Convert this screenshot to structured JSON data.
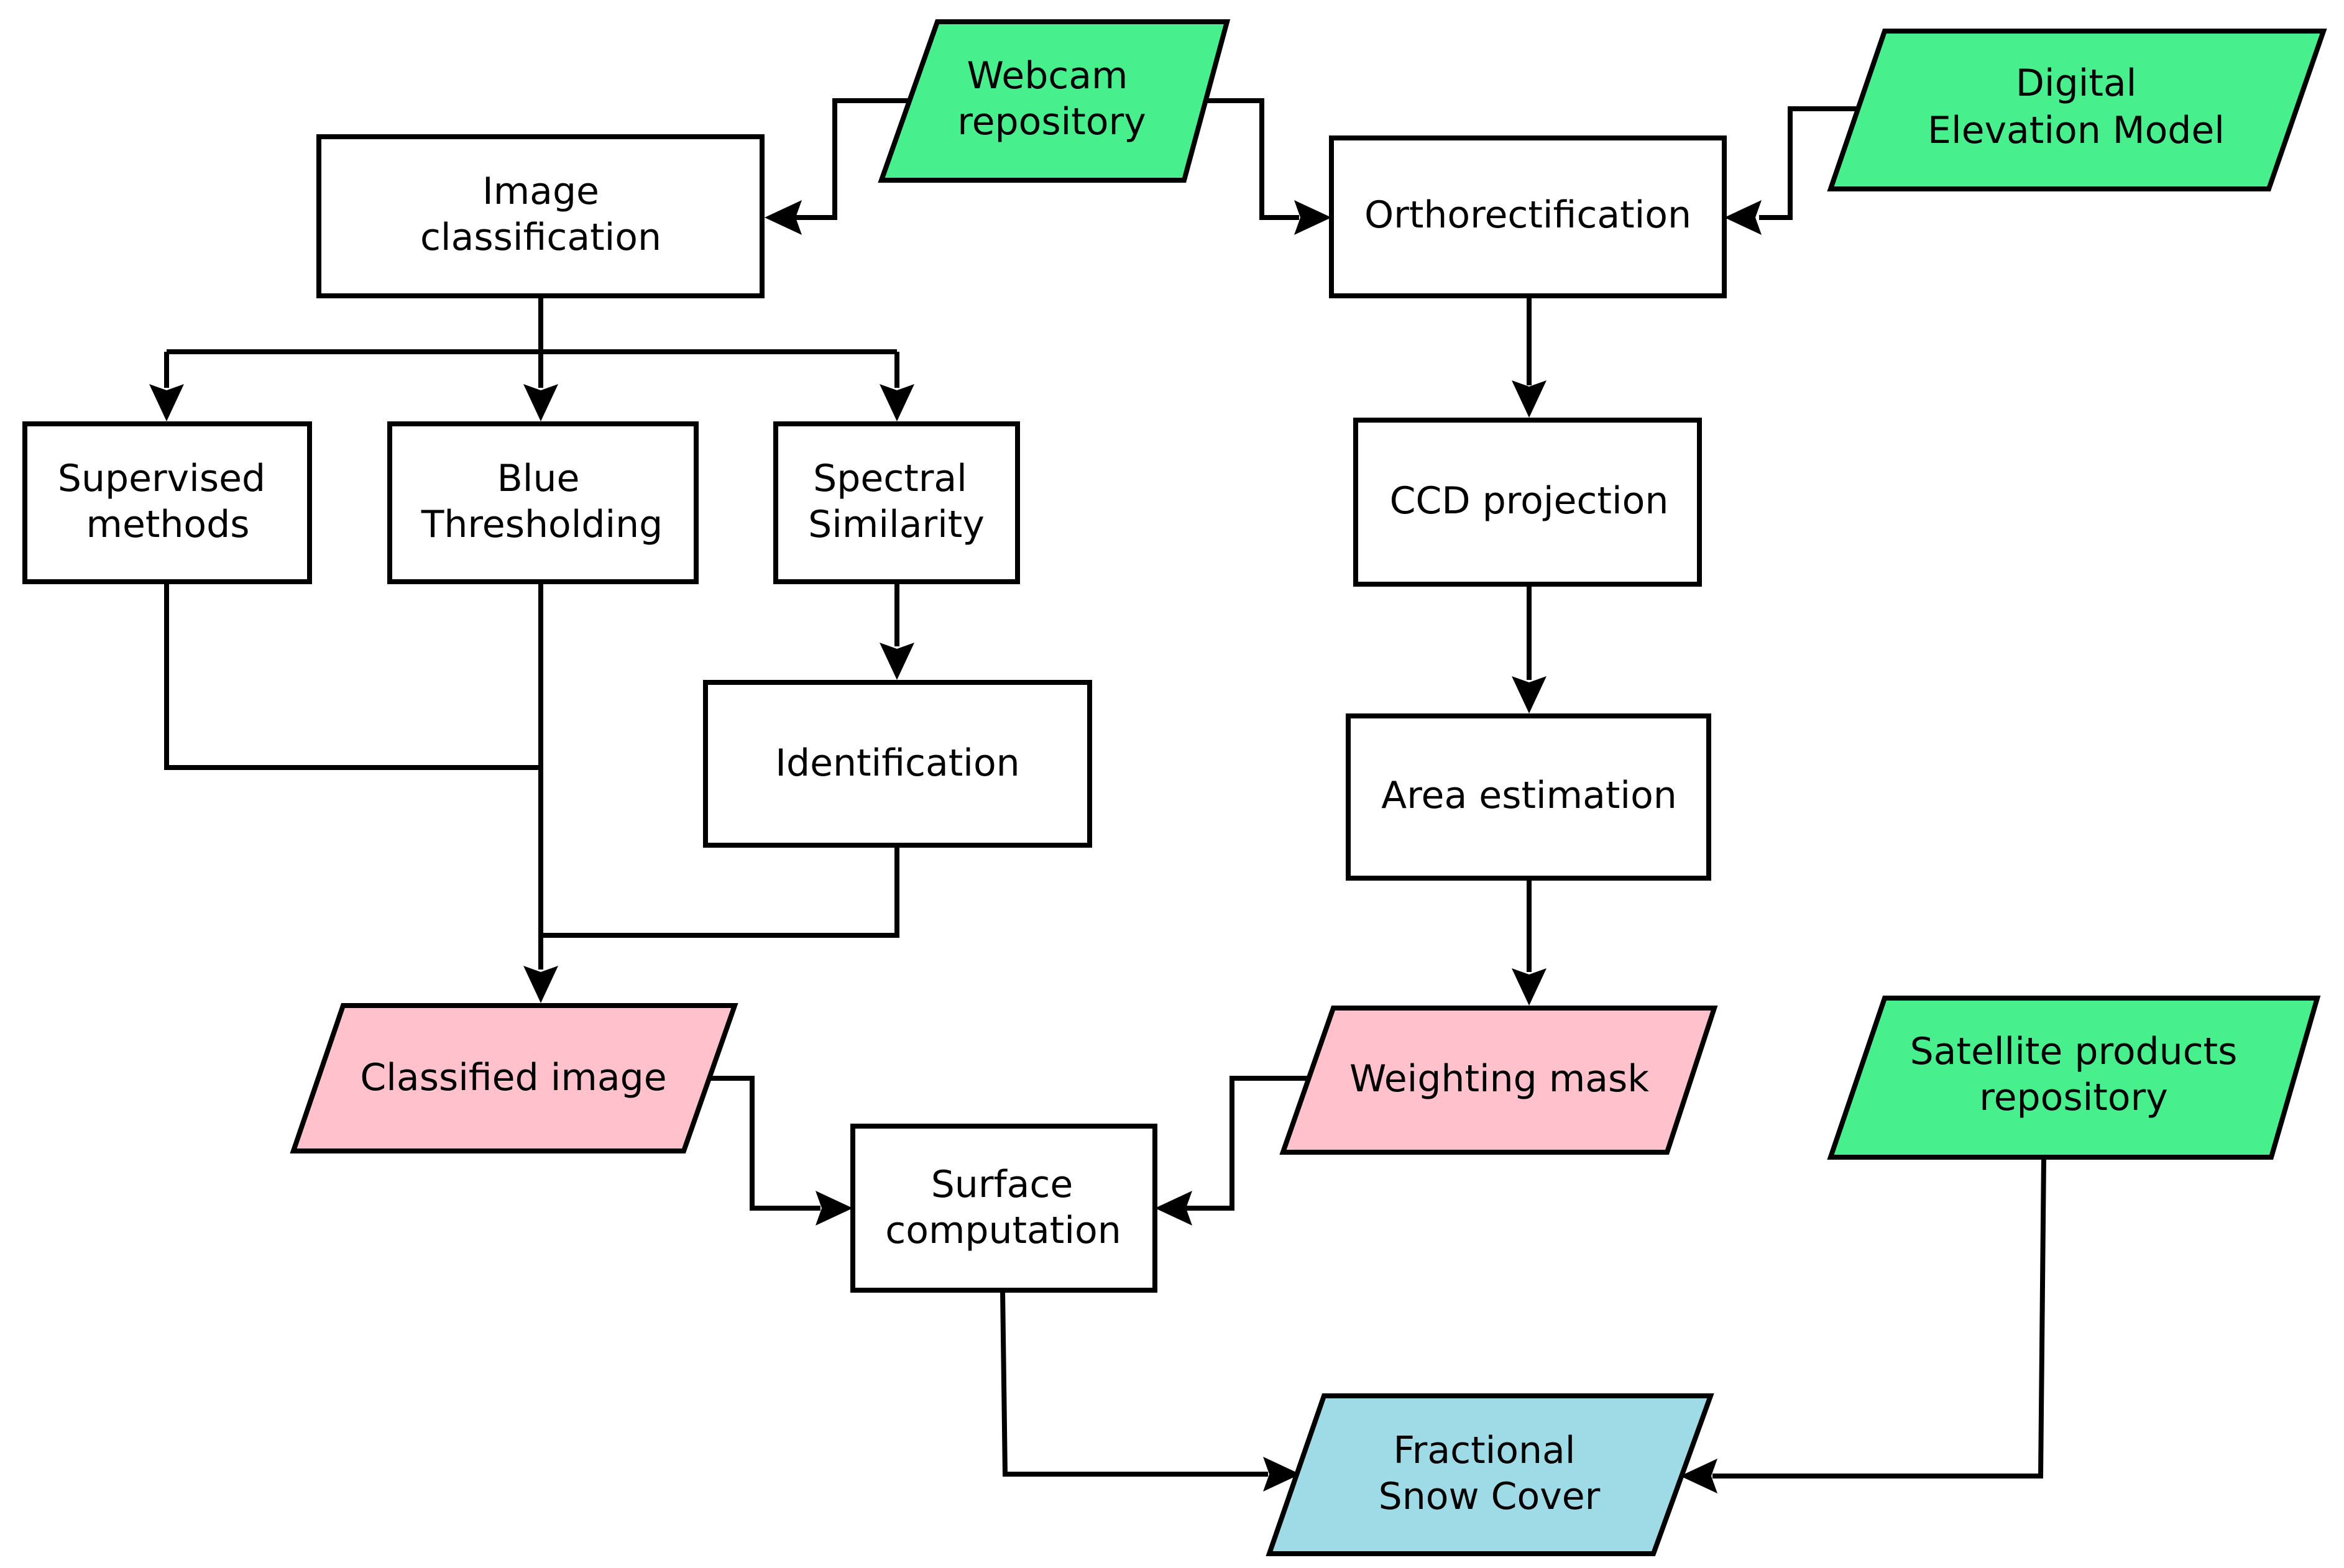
{
  "colors": {
    "input": "#47ef8d",
    "intermediate": "#ffc1cc",
    "output": "#9fdbe6",
    "process": "#ffffff",
    "line": "#000000"
  },
  "nodes": {
    "webcam_repo": [
      "Webcam",
      "repository"
    ],
    "dem": [
      "Digital",
      "Elevation Model"
    ],
    "image_classification": [
      "Image",
      "classification"
    ],
    "orthorectification": [
      "Orthorectification"
    ],
    "supervised": [
      "Supervised",
      "methods"
    ],
    "blue_threshold": [
      "Blue",
      "Thresholding"
    ],
    "spectral": [
      "Spectral",
      "Similarity"
    ],
    "identification": [
      "Identification"
    ],
    "ccd": [
      "CCD projection"
    ],
    "area": [
      "Area estimation"
    ],
    "classified": [
      "Classified image"
    ],
    "weighting": [
      "Weighting mask"
    ],
    "satellite": [
      "Satellite products",
      "repository"
    ],
    "surface": [
      "Surface",
      "computation"
    ],
    "fsc": [
      "Fractional",
      "Snow Cover"
    ]
  }
}
